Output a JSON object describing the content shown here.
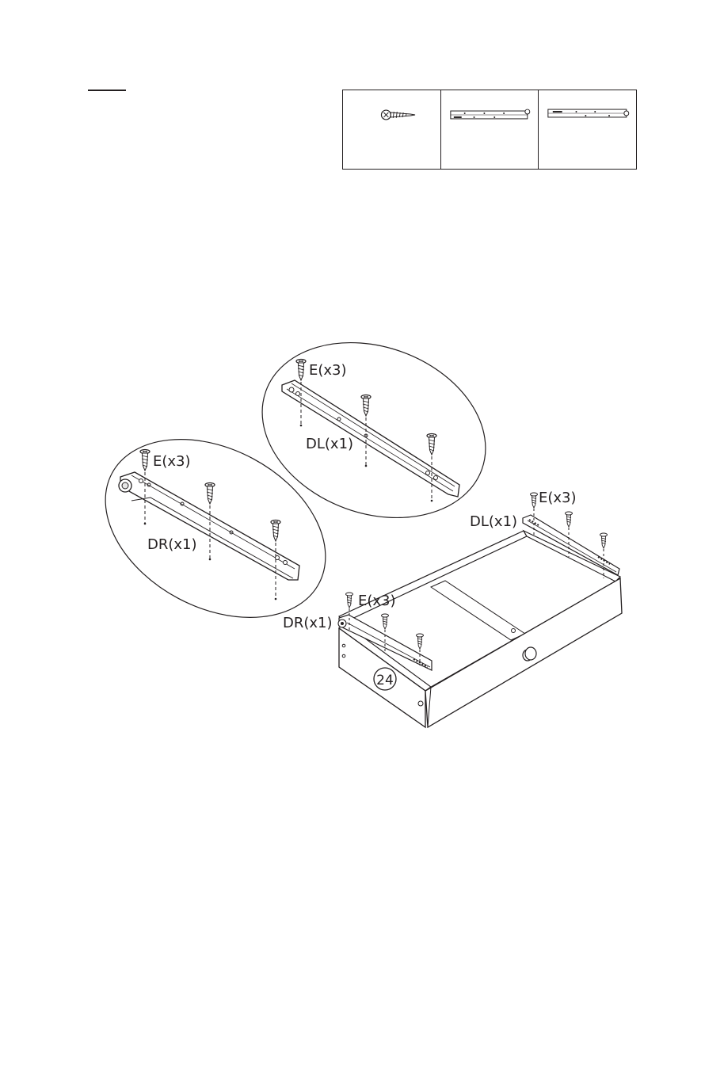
{
  "hardware_table": {
    "items": [
      {
        "icon": "screw-icon"
      },
      {
        "icon": "drawer-rail-right-icon"
      },
      {
        "icon": "drawer-rail-left-icon"
      }
    ]
  },
  "callouts": {
    "dl_detail_screws": "E(x3)",
    "dl_detail_rail": "DL(x1)",
    "dr_detail_screws": "E(x3)",
    "dr_detail_rail": "DR(x1)",
    "dl_drawer_screws": "E(x3)",
    "dl_drawer_rail": "DL(x1)",
    "dr_drawer_screws": "E(x3)",
    "dr_drawer_rail": "DR(x1)",
    "panel_number": "24"
  },
  "colors": {
    "ink": "#231f20",
    "paper": "#ffffff",
    "shade": "#e6e6e6"
  }
}
